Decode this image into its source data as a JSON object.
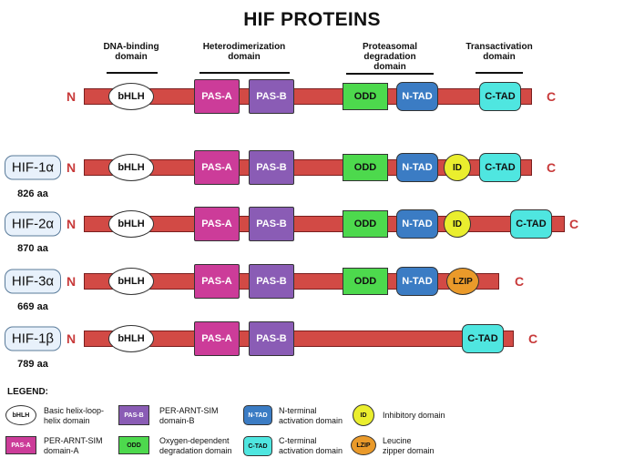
{
  "title": "HIF PROTEINS",
  "headers": {
    "dna_binding": [
      "DNA-binding",
      "domain"
    ],
    "heterodimerization": [
      "Heterodimerization",
      "domain"
    ],
    "proteasomal": [
      "Proteasomal",
      "degradation",
      "domain"
    ],
    "transactivation": [
      "Transactivation",
      "domain"
    ]
  },
  "terminals": {
    "n": "N",
    "c": "C"
  },
  "domain_labels": {
    "bhlh": "bHLH",
    "pas_a": "PAS-A",
    "pas_b": "PAS-B",
    "odd": "ODD",
    "n_tad": "N-TAD",
    "c_tad": "C-TAD",
    "id": "ID",
    "lzip": "LZIP"
  },
  "proteins": [
    {
      "name": "HIF-1α",
      "length": "826 aa"
    },
    {
      "name": "HIF-2α",
      "length": "870 aa"
    },
    {
      "name": "HIF-3α",
      "length": "669 aa"
    },
    {
      "name": "HIF-1β",
      "length": "789 aa"
    }
  ],
  "legend": {
    "title": "LEGEND:",
    "bhlh": [
      "Basic helix-loop-",
      "helix domain"
    ],
    "pas_a": [
      "PER-ARNT-SIM",
      "domain-A"
    ],
    "pas_b": [
      "PER-ARNT-SIM",
      "domain-B"
    ],
    "odd": [
      "Oxygen-dependent",
      "degradation domain"
    ],
    "n_tad": [
      "N-terminal",
      "activation domain"
    ],
    "c_tad": [
      "C-terminal",
      "activation domain"
    ],
    "id": [
      "Inhibitory domain"
    ],
    "lzip": [
      "Leucine",
      "zipper domain"
    ]
  },
  "colors": {
    "bar": "#d24a45",
    "terminal": "#c83a3a",
    "pas_a": "#cc3c99",
    "pas_b": "#8a5cb5",
    "odd": "#4dd94d",
    "n_tad": "#3b7cc4",
    "c_tad": "#4fe6e0",
    "id": "#eaee2e",
    "lzip": "#ea9a2a"
  }
}
